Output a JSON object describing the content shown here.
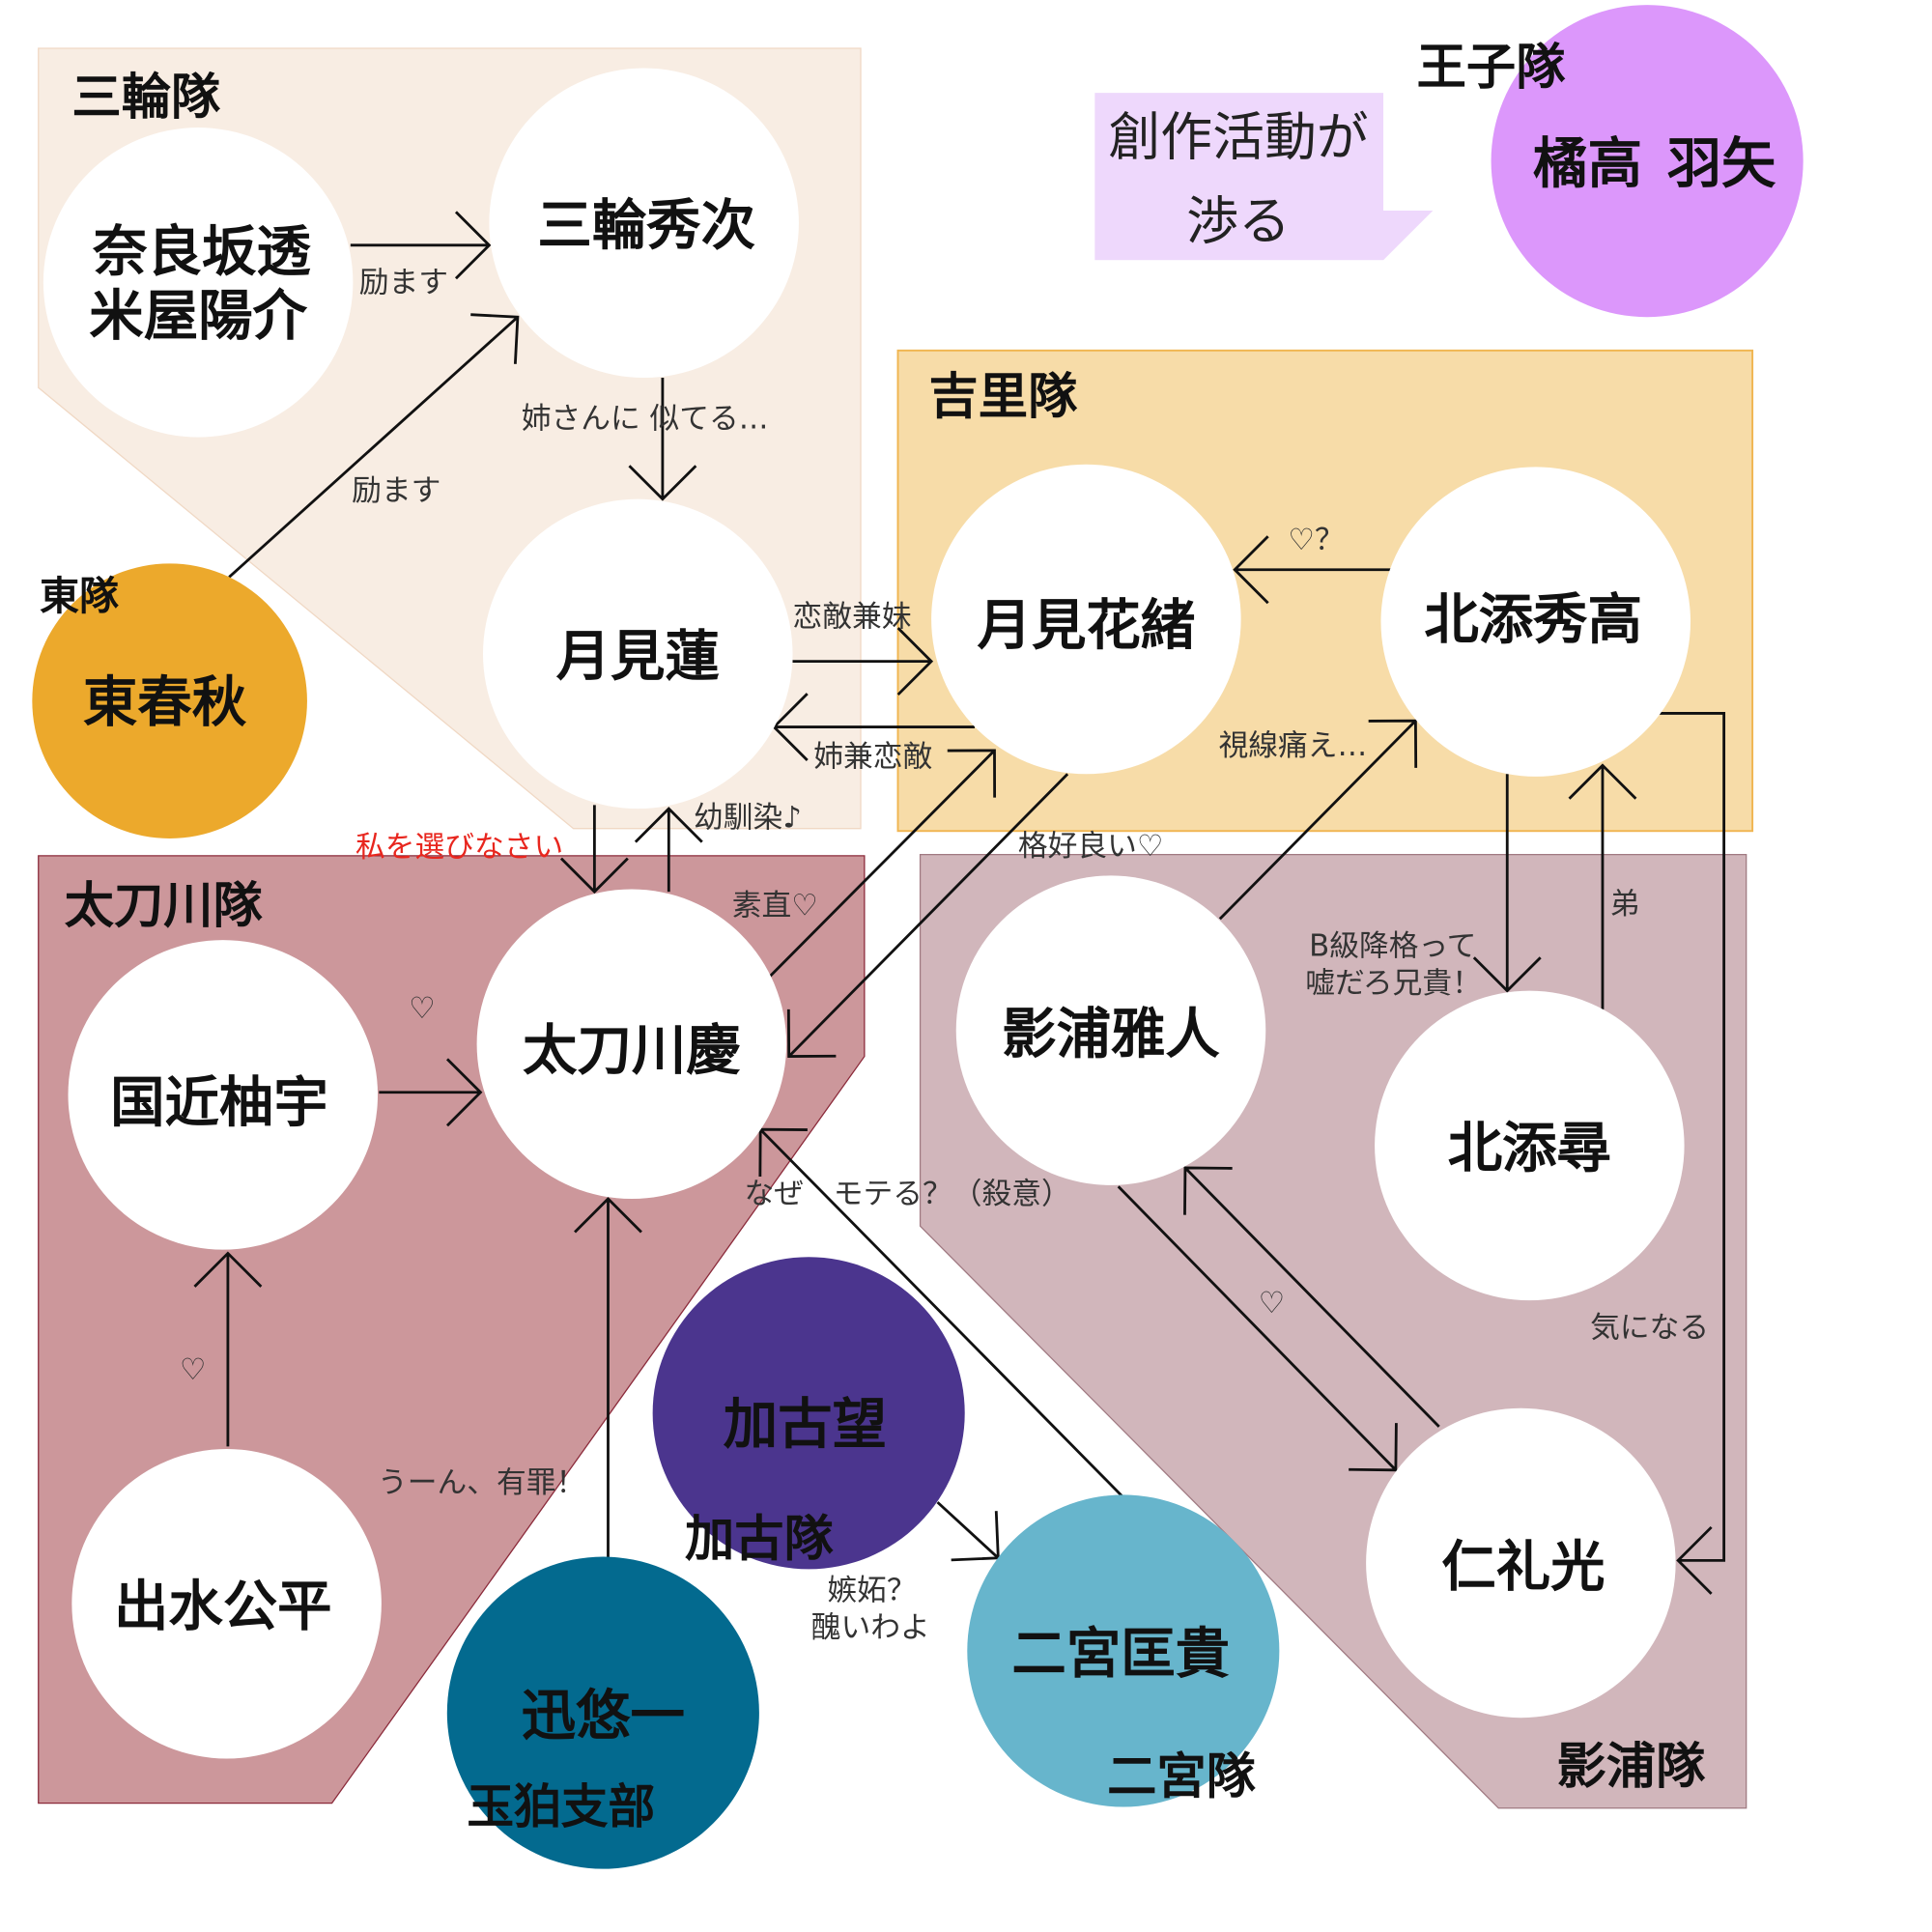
{
  "teams": {
    "miwa": "三輪隊",
    "azuma": "東隊",
    "tachikawa": "太刀川隊",
    "kitora": "吉里隊",
    "ouji": "王子隊",
    "kageura": "影浦隊",
    "kako": "加古隊",
    "tamakoma": "玉狛支部",
    "ninomiya": "二宮隊"
  },
  "people": {
    "narasaka": "奈良坂透",
    "yoneya": "米屋陽介",
    "miwa": "三輪秀次",
    "tsukimi_ren": "月見蓮",
    "azuma": "東春秋",
    "tsukimi_hanao": "月見花緒",
    "kitazoe_hidetaka": "北添秀高",
    "tachikawa": "太刀川慶",
    "kunichika": "国近柚宇",
    "izumi": "出水公平",
    "kageura": "影浦雅人",
    "kitazoe_hiro": "北添尋",
    "nire": "仁礼光",
    "kako": "加古望",
    "jin": "迅悠一",
    "ninomiya": "二宮匡貴",
    "kitaka": "橘高",
    "hane": "羽矢"
  },
  "callout": {
    "line1": "創作活動が",
    "line2": "渉る"
  },
  "relations": {
    "narasaka_miwa": "励ます",
    "azuma_miwa": "励ます",
    "miwa_ren": "姉さんに 似てる…",
    "ren_hanao": "恋敵兼妹",
    "hanao_ren": "姉兼恋敵",
    "hidetaka_hanao": "♡？",
    "ren_tachikawa": "私を選びなさい",
    "tachikawa_ren": "幼馴染♪",
    "tachikawa_hanao": "素直♡",
    "hanao_tachikawa": "格好良い♡",
    "kageura_hidetaka": "視線痛え…",
    "hidetaka_hiro_1": "B級降格って",
    "hidetaka_hiro_2": "嘘だろ兄貴！",
    "hiro_hidetaka": "弟",
    "hidetaka_nire": "気になる",
    "kunichika_tachikawa": "♡",
    "izumi_kunichika": "♡",
    "jin_tachikawa": "うーん、有罪！",
    "ninomiya_tachikawa": "なぜ　モテる？（殺意）",
    "kageura_nire": "♡",
    "kako_ninomiya_1": "嫉妬？",
    "kako_ninomiya_2": "醜いわよ"
  },
  "colors": {
    "miwa_area": "#f8ede3",
    "kitora_area": "#f7dca8",
    "tachikawa_area": "#cc979b",
    "kageura_area": "#d1b6bb",
    "azuma": "#eca92c",
    "kako": "#4b358e",
    "jin": "#036a8f",
    "ninomiya": "#67b5cc",
    "ouji": "#dc97fb",
    "callout": "#eed8fc"
  }
}
